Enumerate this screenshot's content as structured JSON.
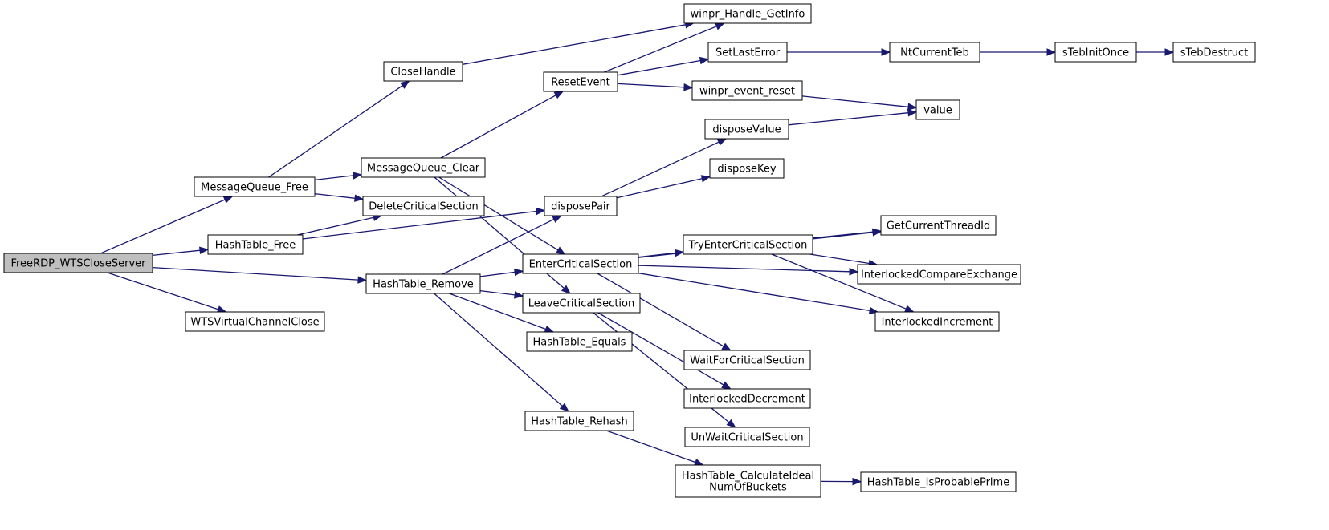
{
  "graph": {
    "nodes": [
      {
        "id": "n0",
        "label": "FreeRDP_WTSCloseServer",
        "root": true
      },
      {
        "id": "n1",
        "label": "MessageQueue_Free"
      },
      {
        "id": "n2",
        "label": "HashTable_Free"
      },
      {
        "id": "n3",
        "label": "HashTable_Remove"
      },
      {
        "id": "n4",
        "label": "WTSVirtualChannelClose"
      },
      {
        "id": "n5",
        "label": "CloseHandle"
      },
      {
        "id": "n6",
        "label": "MessageQueue_Clear"
      },
      {
        "id": "n7",
        "label": "DeleteCriticalSection"
      },
      {
        "id": "n8",
        "label": "disposePair"
      },
      {
        "id": "n9",
        "label": "EnterCriticalSection"
      },
      {
        "id": "n10",
        "label": "LeaveCriticalSection"
      },
      {
        "id": "n11",
        "label": "HashTable_Equals"
      },
      {
        "id": "n12",
        "label": "HashTable_Rehash"
      },
      {
        "id": "n13",
        "label": "ResetEvent"
      },
      {
        "id": "n14",
        "label": "winpr_Handle_GetInfo"
      },
      {
        "id": "n15",
        "label": "SetLastError"
      },
      {
        "id": "n16",
        "label": "winpr_event_reset"
      },
      {
        "id": "n17",
        "label": "disposeValue"
      },
      {
        "id": "n18",
        "label": "disposeKey"
      },
      {
        "id": "n19",
        "label": "TryEnterCriticalSection"
      },
      {
        "id": "n20",
        "label": "WaitForCriticalSection"
      },
      {
        "id": "n21",
        "label": "InterlockedDecrement"
      },
      {
        "id": "n22",
        "label": "UnWaitCriticalSection"
      },
      {
        "id": "n23",
        "label": "HashTable_CalculateIdeal\nNumOfBuckets"
      },
      {
        "id": "n24",
        "label": "NtCurrentTeb"
      },
      {
        "id": "n25",
        "label": "sTebInitOnce"
      },
      {
        "id": "n26",
        "label": "sTebDestruct"
      },
      {
        "id": "n27",
        "label": "value"
      },
      {
        "id": "n28",
        "label": "GetCurrentThreadId"
      },
      {
        "id": "n29",
        "label": "InterlockedCompareExchange"
      },
      {
        "id": "n30",
        "label": "InterlockedIncrement"
      },
      {
        "id": "n31",
        "label": "HashTable_IsProbablePrime"
      }
    ],
    "edges": [
      [
        "n0",
        "n1"
      ],
      [
        "n0",
        "n2"
      ],
      [
        "n0",
        "n3"
      ],
      [
        "n0",
        "n4"
      ],
      [
        "n1",
        "n5"
      ],
      [
        "n1",
        "n6"
      ],
      [
        "n1",
        "n7"
      ],
      [
        "n2",
        "n7"
      ],
      [
        "n2",
        "n8"
      ],
      [
        "n3",
        "n8"
      ],
      [
        "n3",
        "n9"
      ],
      [
        "n3",
        "n10"
      ],
      [
        "n3",
        "n11"
      ],
      [
        "n3",
        "n12"
      ],
      [
        "n5",
        "n14"
      ],
      [
        "n6",
        "n13"
      ],
      [
        "n6",
        "n9"
      ],
      [
        "n6",
        "n10"
      ],
      [
        "n13",
        "n14"
      ],
      [
        "n13",
        "n15"
      ],
      [
        "n13",
        "n16"
      ],
      [
        "n15",
        "n24"
      ],
      [
        "n24",
        "n25"
      ],
      [
        "n25",
        "n26"
      ],
      [
        "n16",
        "n27"
      ],
      [
        "n8",
        "n17"
      ],
      [
        "n8",
        "n18"
      ],
      [
        "n17",
        "n27"
      ],
      [
        "n9",
        "n28"
      ],
      [
        "n9",
        "n19"
      ],
      [
        "n9",
        "n29"
      ],
      [
        "n9",
        "n30"
      ],
      [
        "n9",
        "n20"
      ],
      [
        "n19",
        "n28"
      ],
      [
        "n19",
        "n29"
      ],
      [
        "n19",
        "n30"
      ],
      [
        "n10",
        "n21"
      ],
      [
        "n10",
        "n22"
      ],
      [
        "n12",
        "n23"
      ],
      [
        "n23",
        "n31"
      ]
    ]
  }
}
